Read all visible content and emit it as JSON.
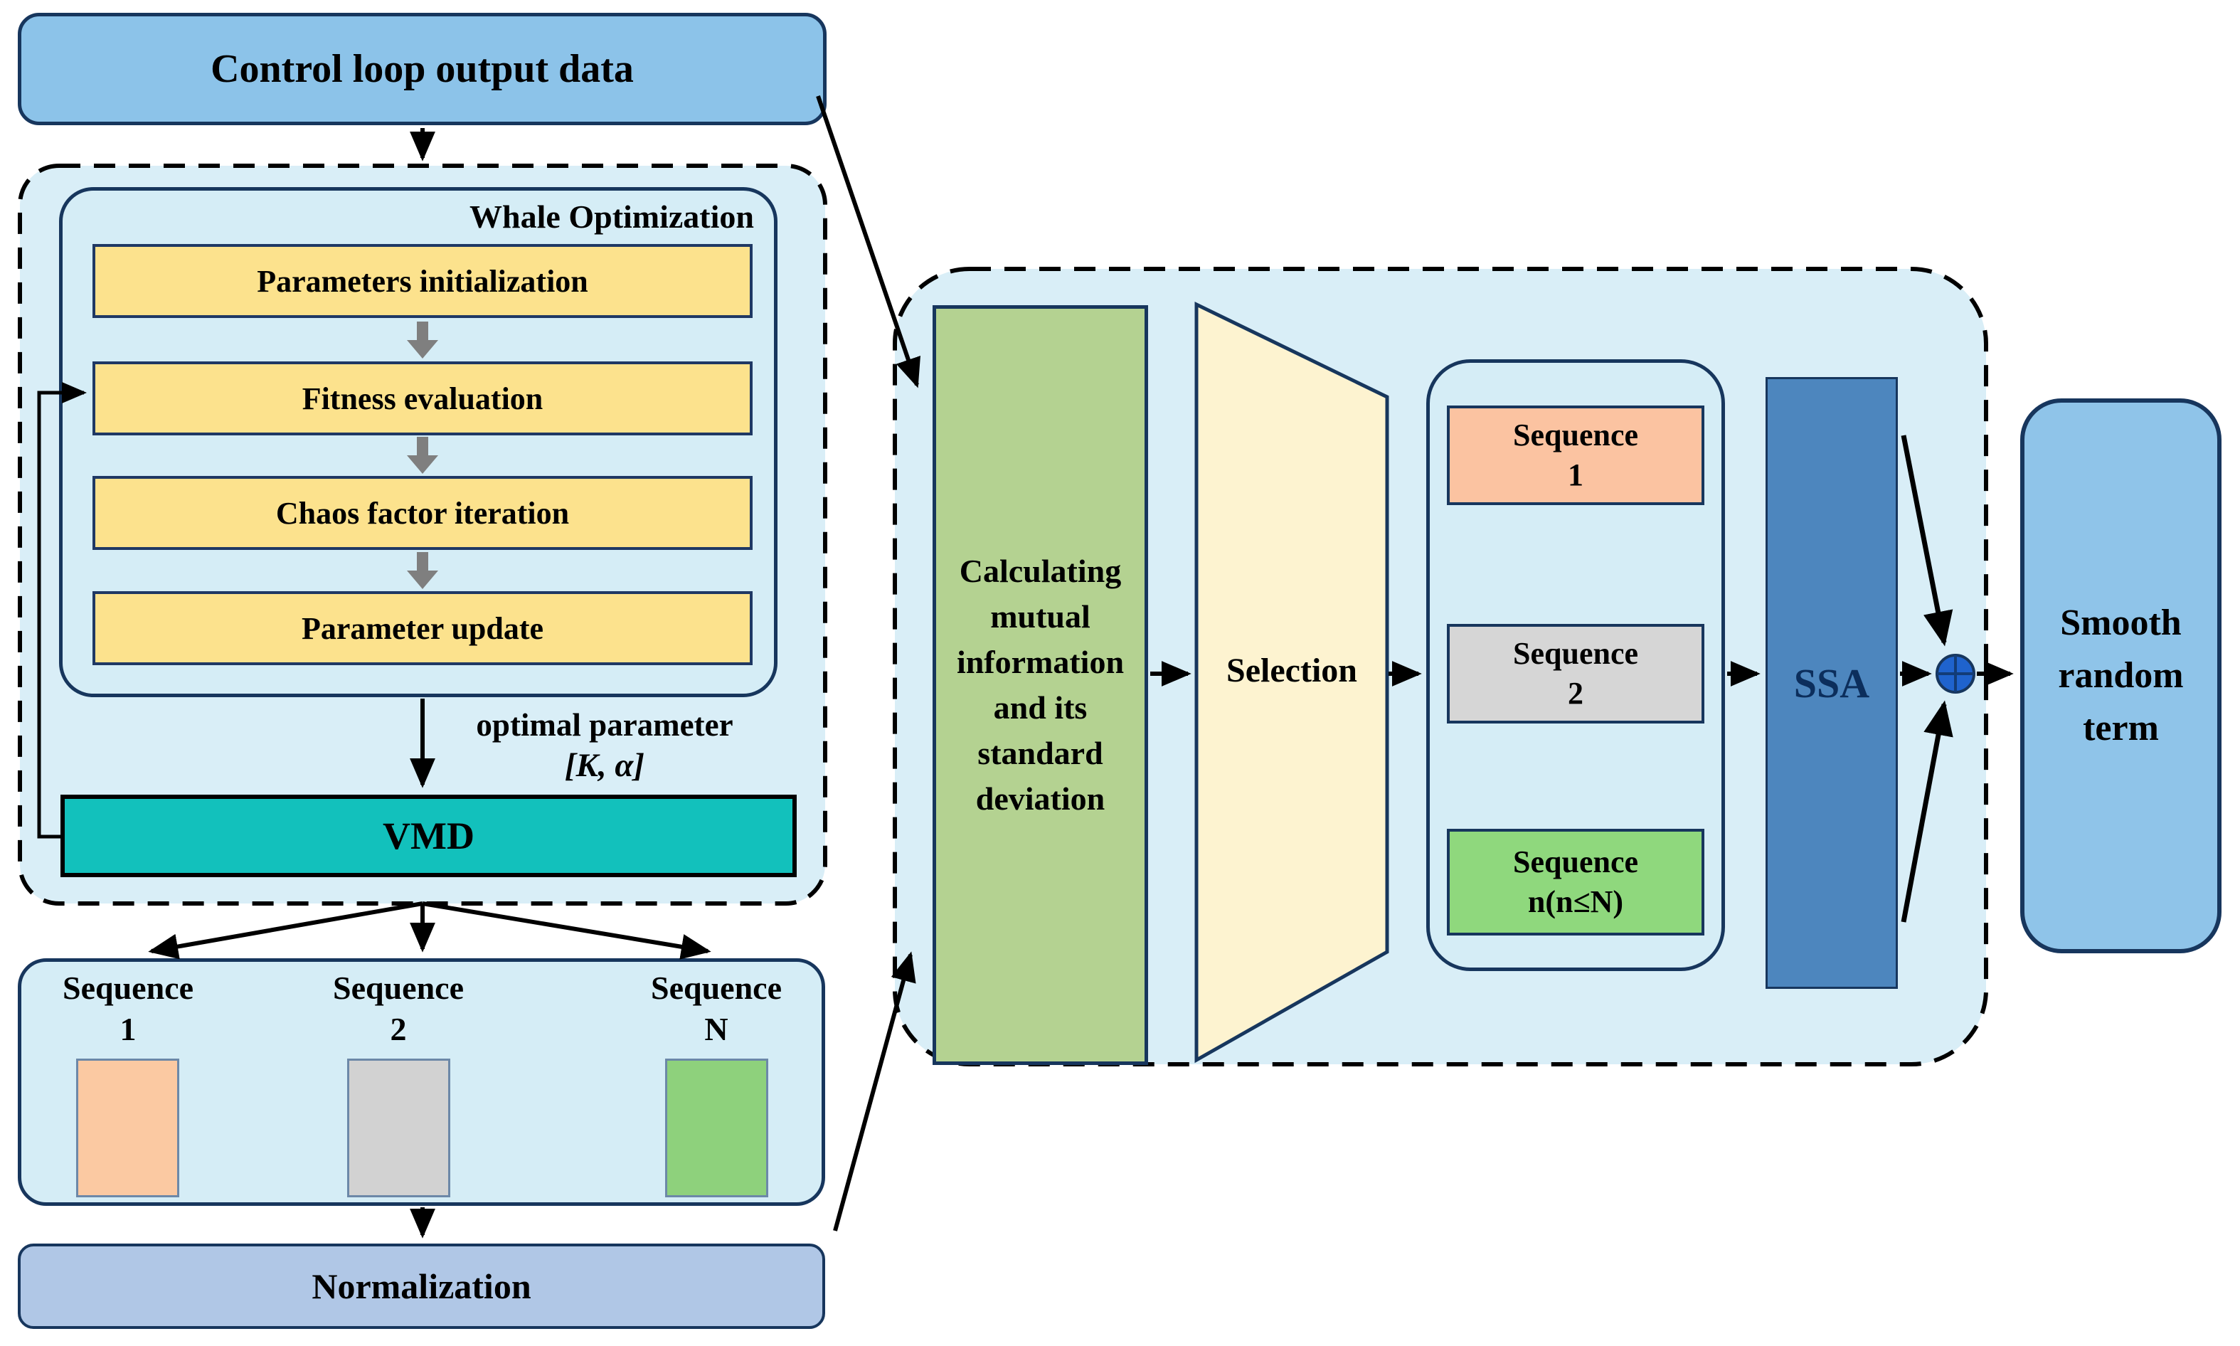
{
  "control_loop": {
    "label": "Control loop output data"
  },
  "whale": {
    "title": "Whale Optimization",
    "steps": [
      "Parameters initialization",
      "Fitness evaluation",
      "Chaos factor iteration",
      "Parameter update"
    ]
  },
  "vmd": {
    "annotation_line1": "optimal parameter",
    "annotation_line2": "[K, α]",
    "label": "VMD"
  },
  "decomposition": {
    "sequences": [
      {
        "line1": "Sequence",
        "line2": "1"
      },
      {
        "line1": "Sequence",
        "line2": "2"
      },
      {
        "line1": "Sequence",
        "line2": "N"
      }
    ]
  },
  "normalization": {
    "label": "Normalization"
  },
  "mutual_information": {
    "lines": [
      "Calculating",
      "mutual",
      "information",
      "and its",
      "standard",
      "deviation"
    ]
  },
  "selection": {
    "label": "Selection"
  },
  "selected_sequences": [
    {
      "line1": "Sequence",
      "line2": "1"
    },
    {
      "line1": "Sequence",
      "line2": "2"
    },
    {
      "line1": "Sequence",
      "line2": "n(n≤N)"
    }
  ],
  "ssa": {
    "label": "SSA"
  },
  "output": {
    "lines": [
      "Smooth",
      "random",
      "term"
    ]
  },
  "icons": {
    "sum_junction": "circle-plus-icon"
  },
  "colors": {
    "control_loop_fill": "#8cc3e9",
    "container_fill": "#d9eef7",
    "step_fill": "#fce28d",
    "vmd_fill": "#12c1bc",
    "sequence1_fill": "#fbc9a2",
    "sequence2_fill": "#d2d2d2",
    "sequenceN_fill": "#8ed17c",
    "normalization_fill": "#b0c7e6",
    "mutual_information_fill": "#b4d291",
    "selection_fill": "#fdf3d0",
    "ssa_fill": "#4d86be",
    "sum_junction_fill": "#1f63cd",
    "output_fill": "#8fc4e9",
    "border_navy": "#17365d",
    "gray_arrow": "#7f7f7f"
  }
}
